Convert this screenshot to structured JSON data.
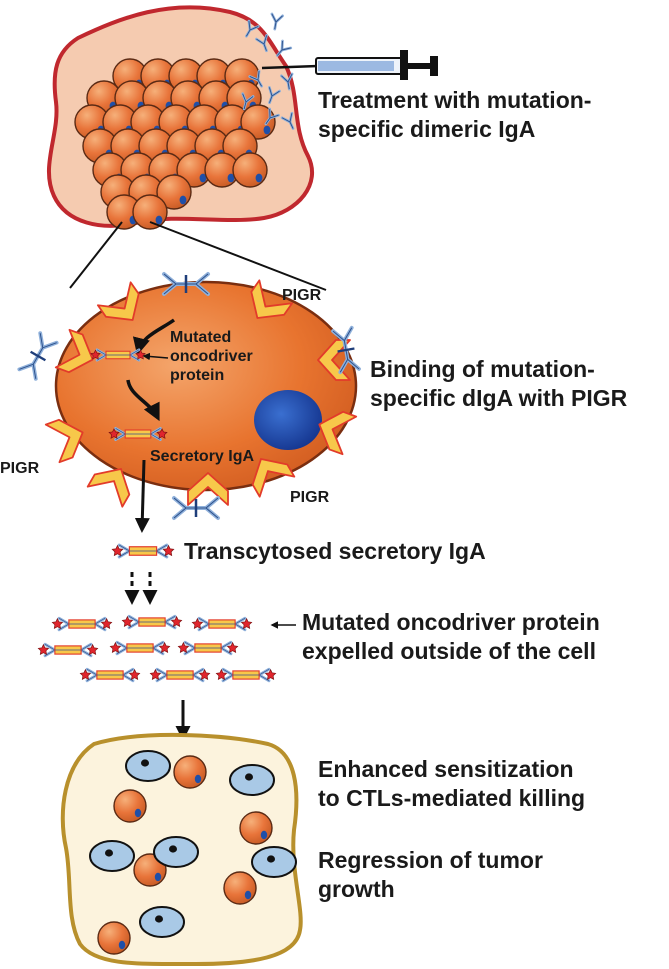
{
  "labels": {
    "treatment": [
      "Treatment with mutation-",
      "specific dimeric IgA"
    ],
    "binding": [
      "Binding of mutation-",
      "specific dIgA with PIGR"
    ],
    "transcytosed": "Transcytosed secretory IgA",
    "expelled": [
      "Mutated oncodriver protein",
      "expelled outside of the cell"
    ],
    "sensitization": [
      "Enhanced sensitization",
      "to CTLs-mediated killing"
    ],
    "regression": [
      "Regression of tumor",
      "growth"
    ],
    "mutated_protein": [
      "Mutated",
      "oncodriver",
      "protein"
    ],
    "secretory_iga": "Secretory IgA",
    "pigr": "PIGR"
  },
  "colors": {
    "tumor_fill": "#f5cbb0",
    "tumor_border": "#c0282e",
    "cell_orange": "#e8743a",
    "nucleus_blue": "#1f4fa8",
    "pigr_yellow": "#f7c84a",
    "pigr_edge": "#e23b2a",
    "antibody_blue": "#8fb0da",
    "antigen_red": "#e0252d",
    "regress_fill": "#fcf3dd",
    "regress_border": "#b8902c",
    "ctl_blue": "#a9c9e6"
  }
}
